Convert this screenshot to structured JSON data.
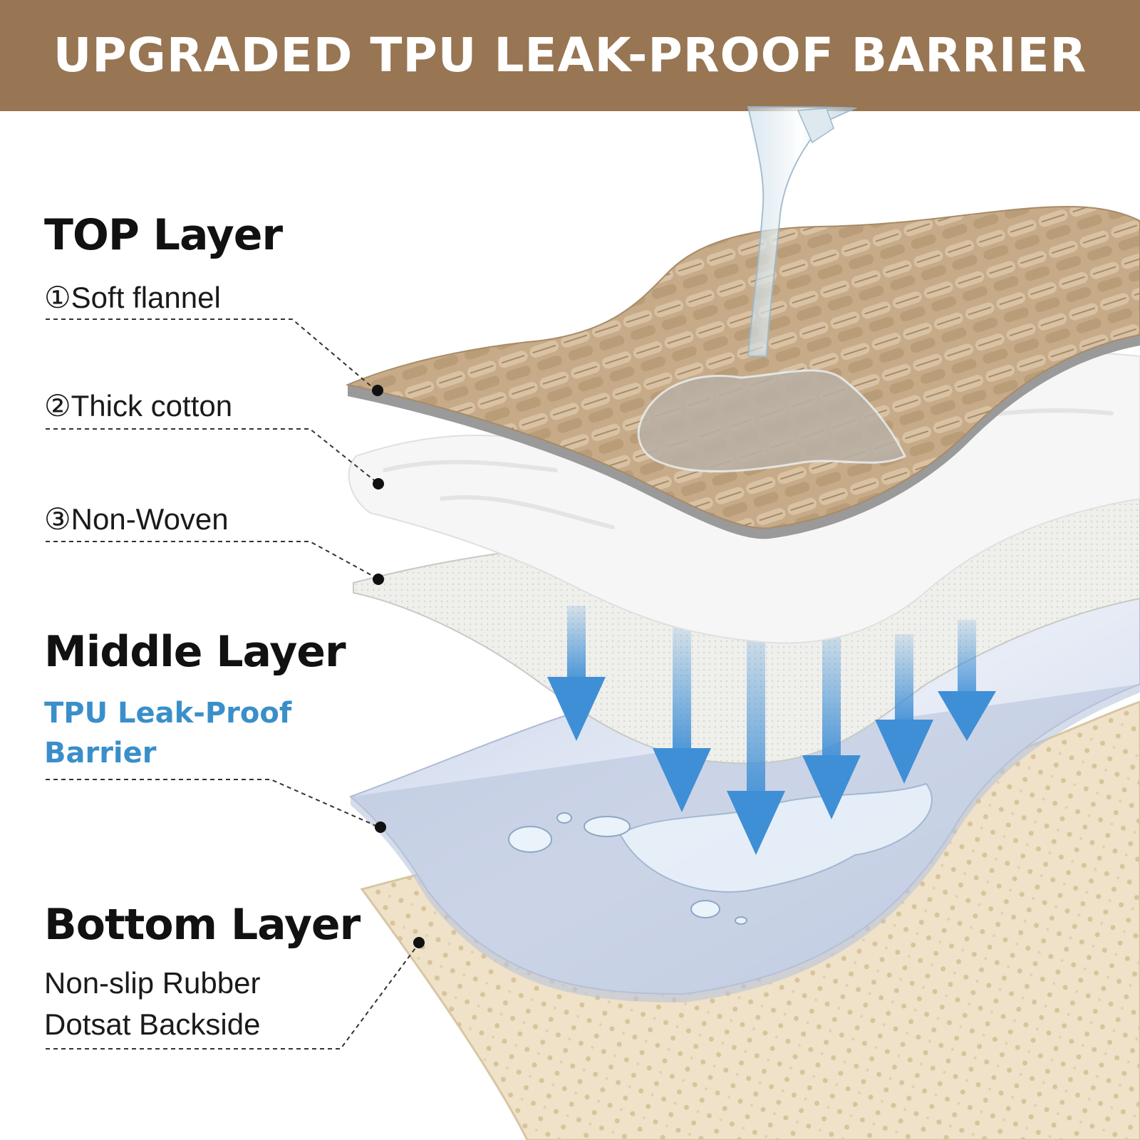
{
  "banner": {
    "title": "UPGRADED TPU LEAK-PROOF BARRIER",
    "color": "#987553"
  },
  "top_layer": {
    "heading": "TOP Layer",
    "items": [
      "①Soft flannel",
      "②Thick cotton",
      "③Non-Woven"
    ]
  },
  "middle_layer": {
    "heading": "Middle Layer",
    "subtitle_line1": "TPU Leak-Proof",
    "subtitle_line2": "Barrier",
    "subtitle_color": "#3a8fc9"
  },
  "bottom_layer": {
    "heading": "Bottom Layer",
    "desc_line1": "Non-slip Rubber",
    "desc_line2": "Dotsat Backside"
  },
  "colors": {
    "flannel": "#c7ab88",
    "cotton": "#f7f7f7",
    "nonwoven": "#eeeeec",
    "tpu": "#dde4f2",
    "rubber": "#efe2c8",
    "arrow": "#3f8fd6"
  },
  "icons": [
    "water-pour-icon",
    "down-arrow-icon",
    "water-droplet-icon"
  ]
}
